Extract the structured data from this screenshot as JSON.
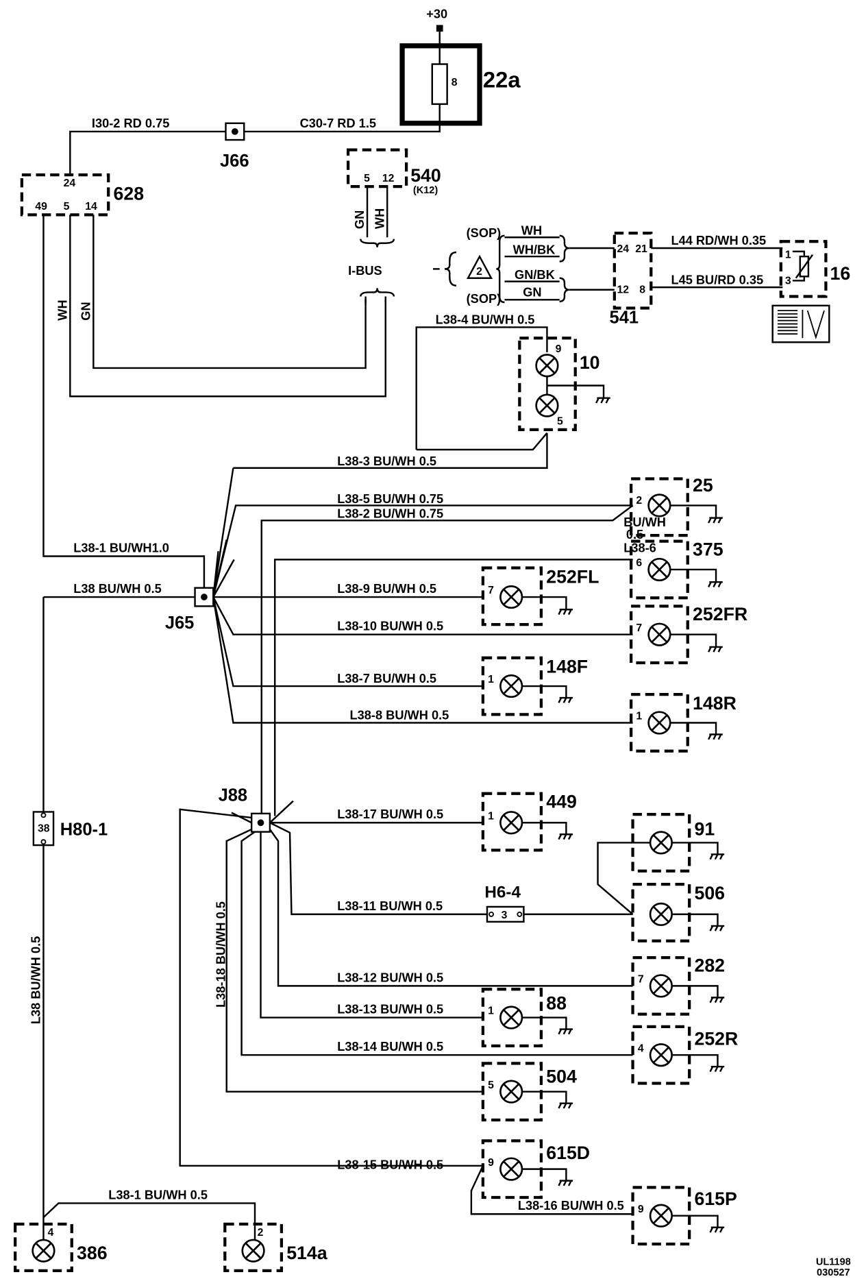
{
  "supply": {
    "label": "+30"
  },
  "components": {
    "c22a": {
      "ref": "22a",
      "pin": "8"
    },
    "c628": {
      "ref": "628",
      "pins": [
        "24",
        "49",
        "5",
        "14"
      ]
    },
    "c540": {
      "ref": "540",
      "sub": "(K12)",
      "pins": [
        "5",
        "12"
      ]
    },
    "c541": {
      "ref": "541",
      "pins": [
        "24",
        "21",
        "12",
        "8"
      ]
    },
    "c16": {
      "ref": "16",
      "pins": [
        "1",
        "3"
      ]
    },
    "c10": {
      "ref": "10",
      "pins": [
        "9",
        "5"
      ]
    },
    "c25": {
      "ref": "25",
      "pin": "2"
    },
    "c375": {
      "ref": "375",
      "pin": "6"
    },
    "c252FL": {
      "ref": "252FL",
      "pin": "7"
    },
    "c252FR": {
      "ref": "252FR",
      "pin": "7"
    },
    "c148F": {
      "ref": "148F",
      "pin": "1"
    },
    "c148R": {
      "ref": "148R",
      "pin": "1"
    },
    "c449": {
      "ref": "449",
      "pin": "1"
    },
    "c91": {
      "ref": "91"
    },
    "c506": {
      "ref": "506"
    },
    "c282": {
      "ref": "282",
      "pin": "7"
    },
    "c88": {
      "ref": "88",
      "pin": "1"
    },
    "c252R": {
      "ref": "252R",
      "pin": "4"
    },
    "c504": {
      "ref": "504",
      "pin": "5"
    },
    "c615D": {
      "ref": "615D",
      "pin": "9"
    },
    "c615P": {
      "ref": "615P",
      "pin": "9"
    },
    "c386": {
      "ref": "386",
      "pin": "4"
    },
    "c514a": {
      "ref": "514a",
      "pin": "2"
    }
  },
  "junctions": {
    "j66": "J66",
    "j65": "J65",
    "j88": "J88"
  },
  "connectors": {
    "h801": {
      "ref": "H80-1",
      "pin": "38"
    },
    "h64": {
      "ref": "H6-4",
      "pin": "3"
    }
  },
  "bus": {
    "ibus": "I-BUS",
    "sop": "(SOP)",
    "warning_num": "2",
    "wires": [
      "WH",
      "WH/BK",
      "GN/BK",
      "GN"
    ],
    "gn": "GN",
    "wh": "WH"
  },
  "wires": {
    "w_i30_2": "I30-2  RD  0.75",
    "w_c30_7": "C30-7  RD   1.5",
    "w_l44": "L44   RD/WH 0.35",
    "w_l45": "L45   BU/RD  0.35",
    "w_l38_4": "L38-4  BU/WH 0.5",
    "w_l38_3": "L38-3   BU/WH 0.5",
    "w_l38_5": "L38-5   BU/WH 0.75",
    "w_l38_2": "L38-2   BU/WH 0.75",
    "w_bu_wh": "BU/WH",
    "w_05": "0.5",
    "w_l38_6": "L38-6",
    "w_l38_1a": "L38-1 BU/WH1.0",
    "w_l38": "L38   BU/WH 0.5",
    "w_l38_9": "L38-9   BU/WH 0.5",
    "w_l38_10": "L38-10   BU/WH 0.5",
    "w_l38_7": "L38-7   BU/WH 0.5",
    "w_l38_8": "L38-8   BU/WH 0.5",
    "w_l38_17": "L38-17   BU/WH 0.5",
    "w_l38_11": "L38-11   BU/WH 0.5",
    "w_l38_12": "L38-12   BU/WH 0.5",
    "w_l38_13": "L38-13   BU/WH 0.5",
    "w_l38_14": "L38-14   BU/WH 0.5",
    "w_l38_15": "L38-15   BU/WH 0.5",
    "w_l38_16": "L38-16  BU/WH 0.5",
    "w_l38_18": "L38-18  BU/WH 0.5",
    "w_l38_vert": "L38  BU/WH 0.5",
    "w_l38_1b": "L38-1   BU/WH 0.5"
  },
  "footer": {
    "code": "UL1198",
    "date": "030527"
  }
}
